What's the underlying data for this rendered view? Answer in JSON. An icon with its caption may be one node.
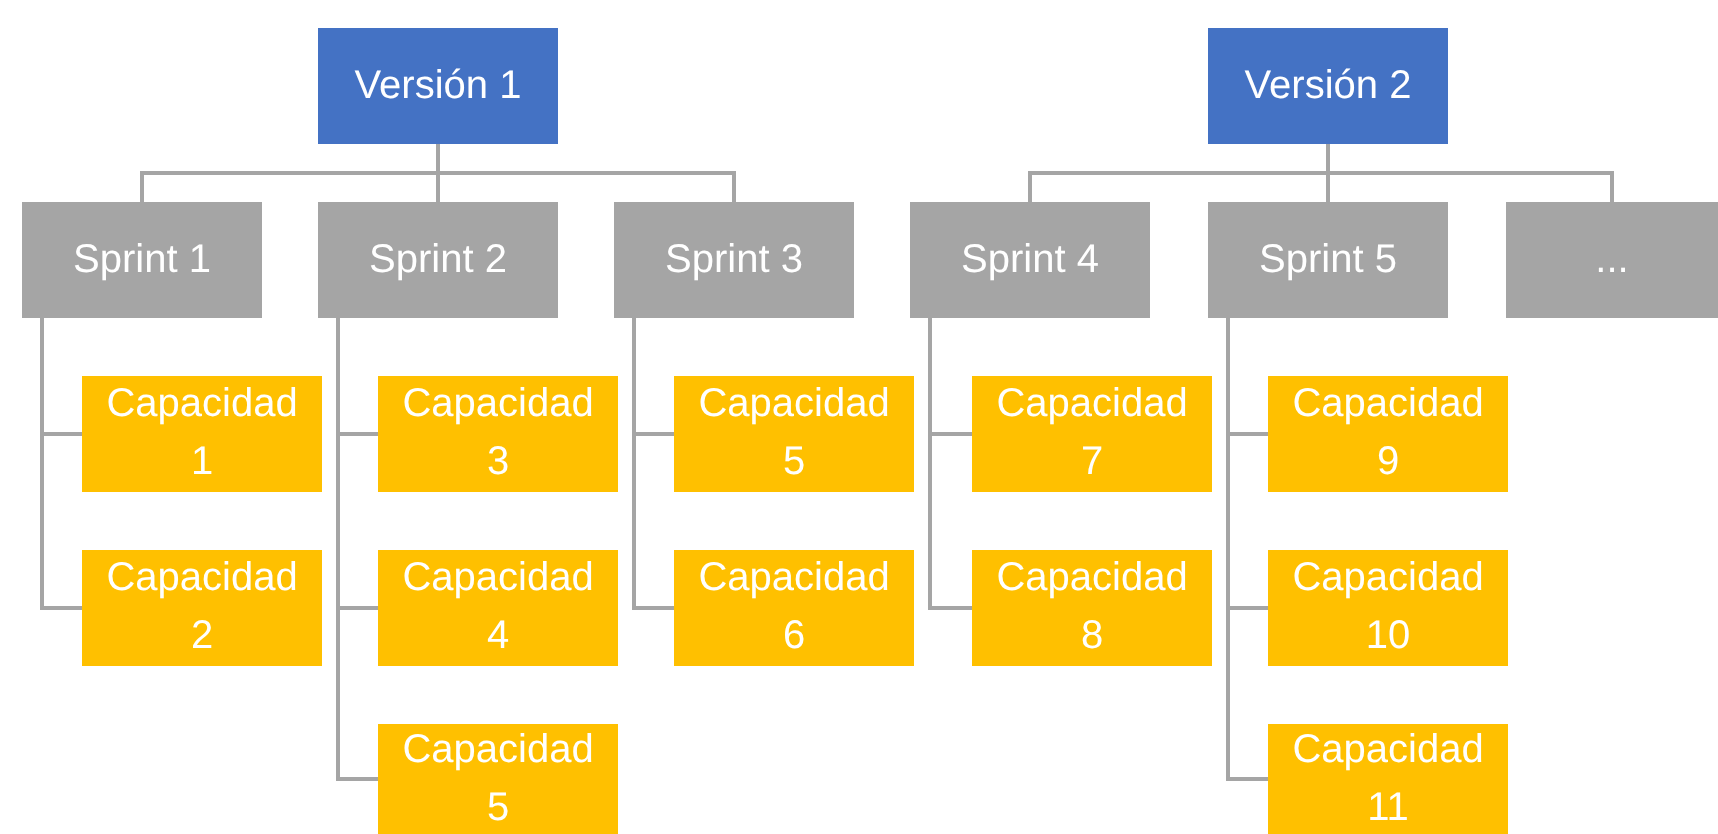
{
  "diagram": {
    "nodes": [
      {
        "text": [
          "Versión 1"
        ]
      },
      {
        "text": [
          "Versión 2"
        ]
      },
      {
        "text": [
          "Sprint 1"
        ]
      },
      {
        "text": [
          "Sprint 2"
        ]
      },
      {
        "text": [
          "Sprint 3"
        ]
      },
      {
        "text": [
          "Sprint 4"
        ]
      },
      {
        "text": [
          "Sprint 5"
        ]
      },
      {
        "text": [
          "..."
        ]
      },
      {
        "text": [
          "Capacidad 1"
        ]
      },
      {
        "text": [
          "Capacidad 2"
        ]
      },
      {
        "text": [
          "Capacidad 3"
        ]
      },
      {
        "text": [
          "Capacidad 4"
        ]
      },
      {
        "text": [
          "Capacidad 5"
        ]
      },
      {
        "text": [
          "Capacidad 5"
        ]
      },
      {
        "text": [
          "Capacidad 6"
        ]
      },
      {
        "text": [
          "Capacidad 7"
        ]
      },
      {
        "text": [
          "Capacidad 8"
        ]
      },
      {
        "text": [
          "Capacidad 9"
        ]
      },
      {
        "text": [
          "Capacidad 10"
        ]
      },
      {
        "text": [
          "Capacidad 11"
        ]
      }
    ],
    "edges": [
      {
        "from": 0,
        "to": 2,
        "arrow": "none"
      },
      {
        "from": 0,
        "to": 3,
        "arrow": "none"
      },
      {
        "from": 0,
        "to": 4,
        "arrow": "none"
      },
      {
        "from": 1,
        "to": 5,
        "arrow": "none"
      },
      {
        "from": 1,
        "to": 6,
        "arrow": "none"
      },
      {
        "from": 1,
        "to": 7,
        "arrow": "none"
      },
      {
        "from": 2,
        "to": 8,
        "arrow": "none"
      },
      {
        "from": 2,
        "to": 9,
        "arrow": "none"
      },
      {
        "from": 3,
        "to": 10,
        "arrow": "none"
      },
      {
        "from": 3,
        "to": 11,
        "arrow": "none"
      },
      {
        "from": 3,
        "to": 12,
        "arrow": "none"
      },
      {
        "from": 4,
        "to": 13,
        "arrow": "none"
      },
      {
        "from": 4,
        "to": 14,
        "arrow": "none"
      },
      {
        "from": 5,
        "to": 15,
        "arrow": "none"
      },
      {
        "from": 5,
        "to": 16,
        "arrow": "none"
      },
      {
        "from": 6,
        "to": 17,
        "arrow": "none"
      },
      {
        "from": 6,
        "to": 18,
        "arrow": "none"
      },
      {
        "from": 6,
        "to": 19,
        "arrow": "none"
      }
    ]
  }
}
